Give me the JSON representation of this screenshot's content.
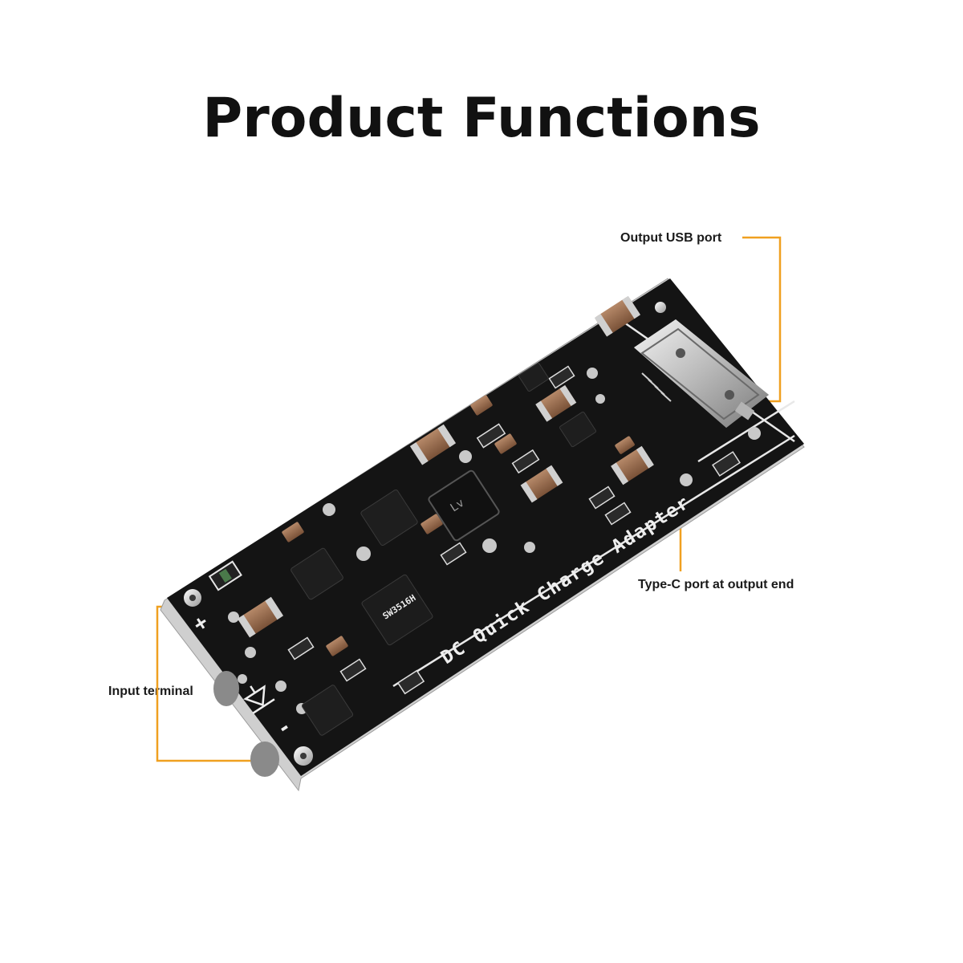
{
  "title": "Product Functions",
  "callouts": {
    "output_usb": "Output USB port",
    "type_c": "Type-C port at output end",
    "input_terminal": "Input terminal"
  },
  "board": {
    "silkscreen": "DC Quick Charge Adapter",
    "plus_marking": "+",
    "minus_marking": "-",
    "chip_marking": "SW3516H",
    "inductor_marking": "Lv"
  },
  "colors": {
    "leader_line": "#f0a020",
    "pcb": "#121212",
    "pcb_edge": "#d8d8d8"
  }
}
